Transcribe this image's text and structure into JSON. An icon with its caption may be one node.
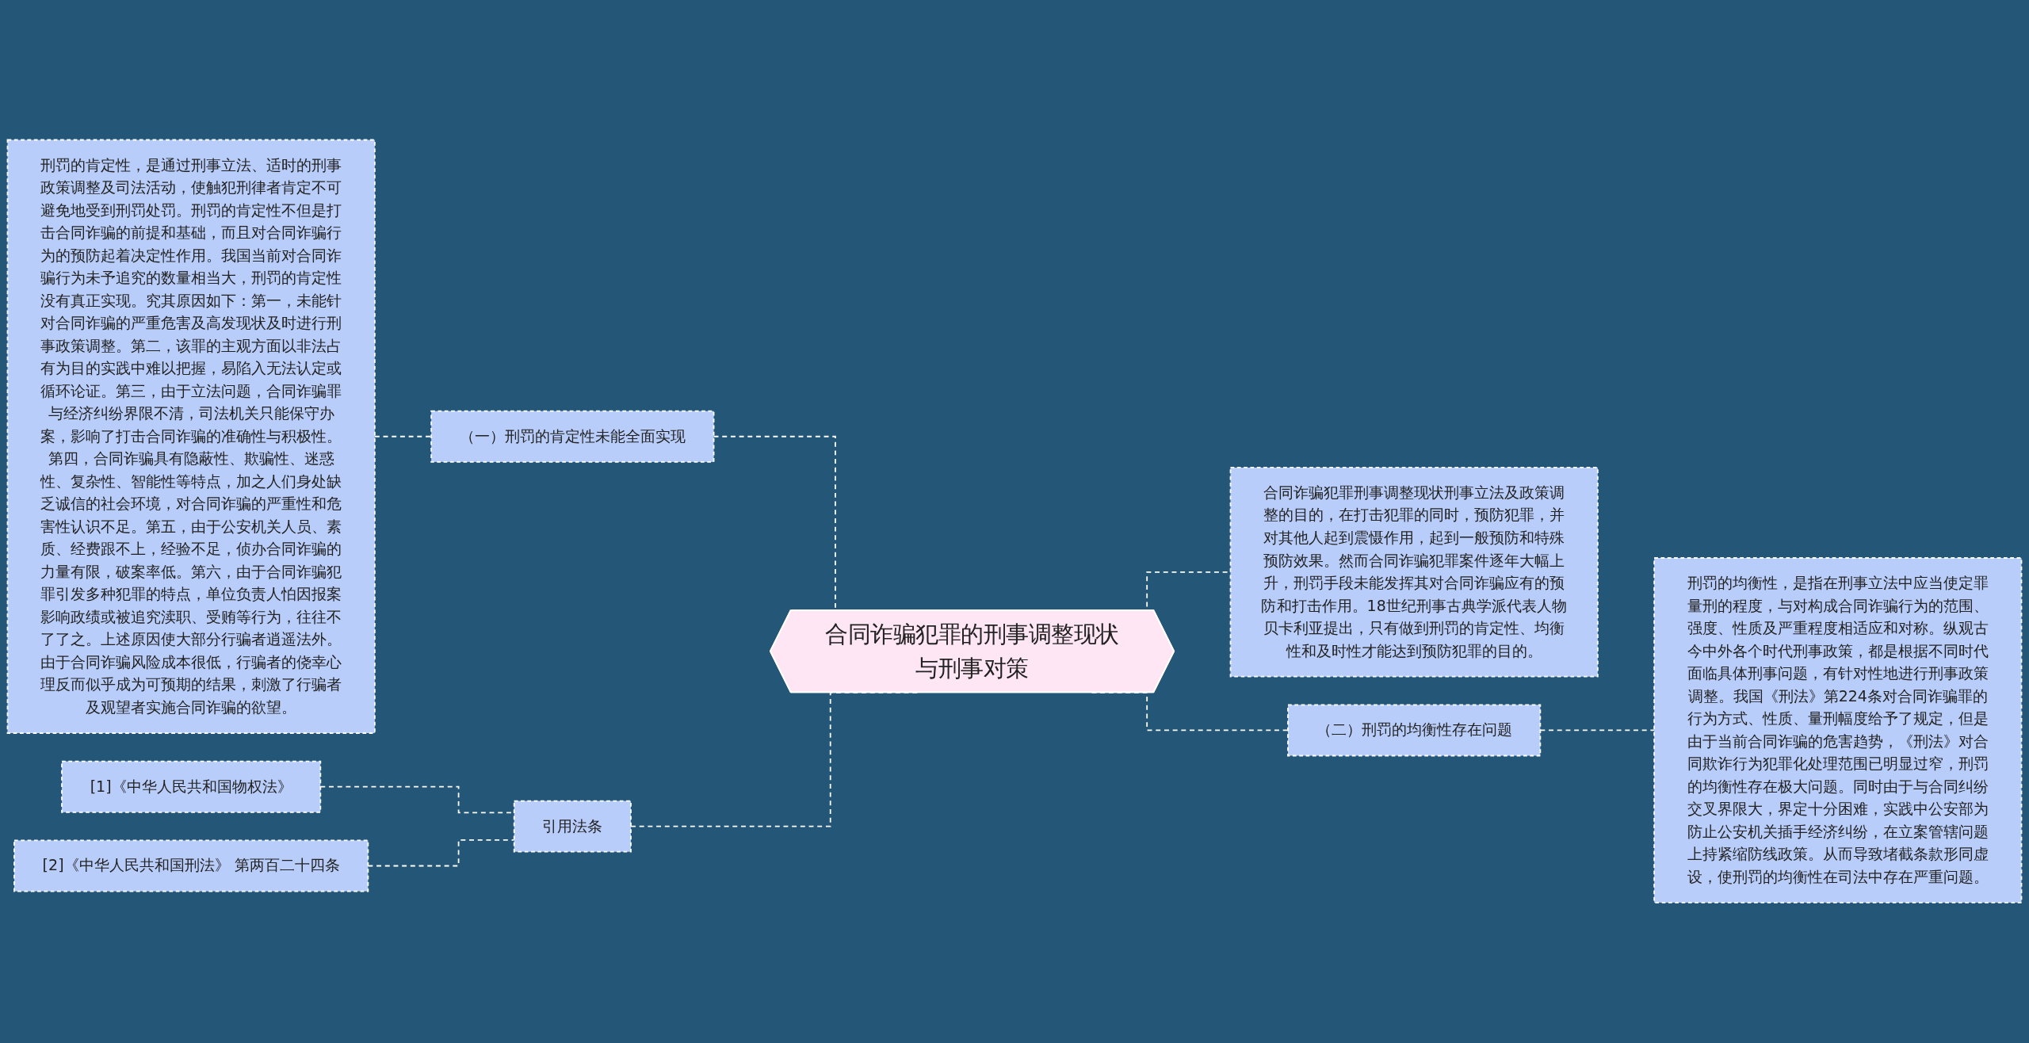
{
  "diagram": {
    "nodes": [
      {
        "text": [
          "合同诈骗犯罪的刑事调整现状与刑事对策"
        ]
      },
      {
        "text": [
          "（一）刑罚的肯定性未能全面实现"
        ]
      },
      {
        "text": [
          "刑罚的肯定性，是通过刑事立法、适时的刑事政策调整及司法活动，使触犯刑律者肯定不可避免地受到刑罚处罚。刑罚的肯定性不但是打击合同诈骗的前提和基础，而且对合同诈骗行为的预防起着决定性作用。我国当前对合同诈骗行为未予追究的数量相当大，刑罚的肯定性没有真正实现。究其原因如下：第一，未能针对合同诈骗的严重危害及高发现状及时进行刑事政策调整。第二，该罪的主观方面以非法占有为目的实践中难以把握，易陷入无法认定或循环论证。第三，由于立法问题，合同诈骗罪与经济纠纷界限不清，司法机关只能保守办案，影响了打击合同诈骗的准确性与积极性。第四，合同诈骗具有隐蔽性、欺骗性、迷惑性、复杂性、智能性等特点，加之人们身处缺乏诚信的社会环境，对合同诈骗的严重性和危害性认识不足。第五，由于公安机关人员、素质、经费跟不上，经验不足，侦办合同诈骗的力量有限，破案率低。第六，由于合同诈骗犯罪引发多种犯罪的特点，单位负责人怕因报案影响政绩或被追究渎职、受贿等行为，往往不了了之。上述原因使大部分行骗者逍遥法外。由于合同诈骗风险成本很低，行骗者的侥幸心理反而似乎成为可预期的结果，刺激了行骗者及观望者实施合同诈骗的欲望。"
        ]
      },
      {
        "text": [
          "引用法条"
        ]
      },
      {
        "text": [
          "[1]《中华人民共和国物权法》"
        ]
      },
      {
        "text": [
          "[2]《中华人民共和国刑法》 第两百二十四条"
        ]
      },
      {
        "text": [
          "合同诈骗犯罪刑事调整现状刑事立法及政策调整的目的，在打击犯罪的同时，预防犯罪，并对其他人起到震慑作用，起到一般预防和特殊预防效果。然而合同诈骗犯罪案件逐年大幅上升，刑罚手段未能发挥其对合同诈骗应有的预防和打击作用。18世纪刑事古典学派代表人物贝卡利亚提出，只有做到刑罚的肯定性、均衡性和及时性才能达到预防犯罪的目的。"
        ]
      },
      {
        "text": [
          "（二）刑罚的均衡性存在问题"
        ]
      },
      {
        "text": [
          "刑罚的均衡性，是指在刑事立法中应当使定罪量刑的程度，与对构成合同诈骗行为的范围、强度、性质及严重程度相适应和对称。纵观古今中外各个时代刑事政策，都是根据不同时代面临具体刑事问题，有针对性地进行刑事政策调整。我国《刑法》第224条对合同诈骗罪的行为方式、性质、量刑幅度给予了规定，但是由于当前合同诈骗的危害趋势，《刑法》对合同欺诈行为犯罪化处理范围已明显过窄，刑罚的均衡性存在极大问题。同时由于与合同纠纷交叉界限大，界定十分困难，实践中公安部为防止公安机关插手经济纠纷，在立案管辖问题上持紧缩防线政策。从而导致堵截条款形同虚设，使刑罚的均衡性在司法中存在严重问题。"
        ]
      }
    ],
    "edges": [
      {
        "from": 1,
        "to": 0,
        "arrow": "none",
        "style": "dashed"
      },
      {
        "from": 2,
        "to": 1,
        "arrow": "none",
        "style": "dashed"
      },
      {
        "from": 3,
        "to": 0,
        "arrow": "none",
        "style": "dashed"
      },
      {
        "from": 4,
        "to": 3,
        "arrow": "none",
        "style": "dashed"
      },
      {
        "from": 5,
        "to": 3,
        "arrow": "none",
        "style": "dashed"
      },
      {
        "from": 0,
        "to": 6,
        "arrow": "none",
        "style": "dashed"
      },
      {
        "from": 0,
        "to": 7,
        "arrow": "none",
        "style": "dashed"
      },
      {
        "from": 7,
        "to": 8,
        "arrow": "none",
        "style": "dashed"
      }
    ]
  }
}
